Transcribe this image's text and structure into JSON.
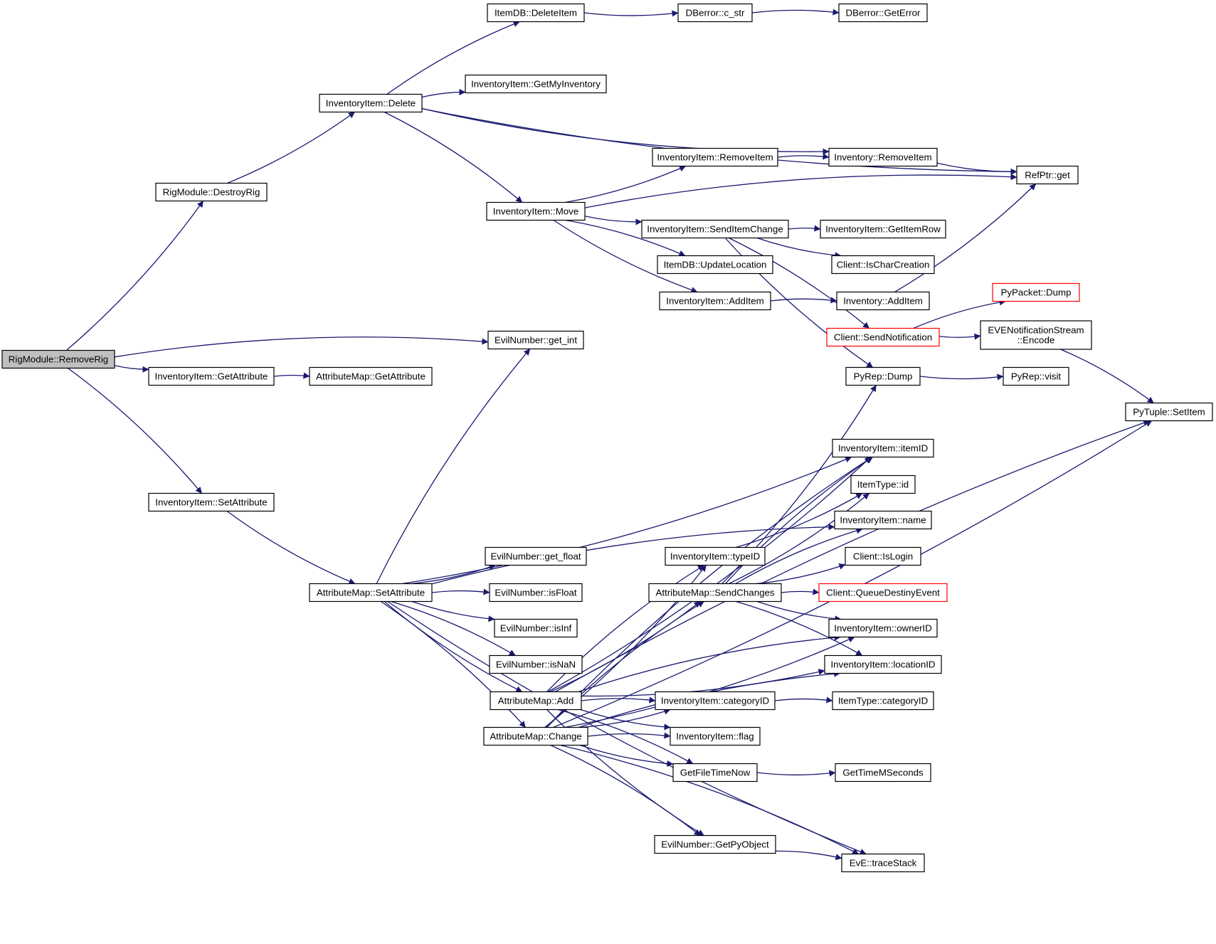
{
  "graph": {
    "edge_color": "#191970",
    "highlight_color": "#ff0000",
    "root_fill": "#bfbfbf",
    "nodes": [
      {
        "id": "RigModule::RemoveRig",
        "root": true
      },
      {
        "id": "RigModule::DestroyRig"
      },
      {
        "id": "InventoryItem::GetAttribute"
      },
      {
        "id": "InventoryItem::SetAttribute"
      },
      {
        "id": "EvilNumber::get_int"
      },
      {
        "id": "InventoryItem::Delete"
      },
      {
        "id": "AttributeMap::GetAttribute"
      },
      {
        "id": "AttributeMap::SetAttribute"
      },
      {
        "id": "ItemDB::DeleteItem"
      },
      {
        "id": "InventoryItem::GetMyInventory"
      },
      {
        "id": "InventoryItem::Move"
      },
      {
        "id": "Inventory::RemoveItem"
      },
      {
        "id": "RefPtr::get"
      },
      {
        "id": "DBerror::c_str"
      },
      {
        "id": "DBerror::GetError"
      },
      {
        "id": "InventoryItem::RemoveItem"
      },
      {
        "id": "InventoryItem::SendItemChange"
      },
      {
        "id": "ItemDB::UpdateLocation"
      },
      {
        "id": "InventoryItem::AddItem"
      },
      {
        "id": "InventoryItem::GetItemRow"
      },
      {
        "id": "Client::IsCharCreation"
      },
      {
        "id": "Client::SendNotification",
        "highlight": true
      },
      {
        "id": "PyRep::Dump"
      },
      {
        "id": "Inventory::AddItem"
      },
      {
        "id": "PyPacket::Dump",
        "highlight": true
      },
      {
        "id": "EVENotificationStream ::Encode"
      },
      {
        "id": "PyRep::visit"
      },
      {
        "id": "PyTuple::SetItem"
      },
      {
        "id": "EvilNumber::get_float"
      },
      {
        "id": "EvilNumber::isFloat"
      },
      {
        "id": "EvilNumber::isInf"
      },
      {
        "id": "EvilNumber::isNaN"
      },
      {
        "id": "AttributeMap::Add"
      },
      {
        "id": "AttributeMap::Change"
      },
      {
        "id": "EvE::traceStack"
      },
      {
        "id": "InventoryItem::itemID"
      },
      {
        "id": "InventoryItem::name"
      },
      {
        "id": "InventoryItem::typeID"
      },
      {
        "id": "AttributeMap::SendChanges"
      },
      {
        "id": "InventoryItem::categoryID"
      },
      {
        "id": "InventoryItem::flag"
      },
      {
        "id": "GetFileTimeNow"
      },
      {
        "id": "EvilNumber::GetPyObject"
      },
      {
        "id": "InventoryItem::ownerID"
      },
      {
        "id": "InventoryItem::locationID"
      },
      {
        "id": "ItemType::id"
      },
      {
        "id": "Client::IsLogin"
      },
      {
        "id": "Client::QueueDestinyEvent",
        "highlight": true
      },
      {
        "id": "ItemType::categoryID"
      },
      {
        "id": "GetTimeMSeconds"
      }
    ],
    "edges": [
      [
        "RigModule::RemoveRig",
        "RigModule::DestroyRig"
      ],
      [
        "RigModule::RemoveRig",
        "EvilNumber::get_int"
      ],
      [
        "RigModule::RemoveRig",
        "InventoryItem::GetAttribute"
      ],
      [
        "RigModule::RemoveRig",
        "InventoryItem::SetAttribute"
      ],
      [
        "RigModule::DestroyRig",
        "InventoryItem::Delete"
      ],
      [
        "InventoryItem::GetAttribute",
        "AttributeMap::GetAttribute"
      ],
      [
        "InventoryItem::SetAttribute",
        "AttributeMap::SetAttribute"
      ],
      [
        "InventoryItem::Delete",
        "ItemDB::DeleteItem"
      ],
      [
        "InventoryItem::Delete",
        "RefPtr::get"
      ],
      [
        "InventoryItem::Delete",
        "InventoryItem::GetMyInventory"
      ],
      [
        "InventoryItem::Delete",
        "Inventory::RemoveItem"
      ],
      [
        "InventoryItem::Delete",
        "InventoryItem::Move"
      ],
      [
        "ItemDB::DeleteItem",
        "DBerror::c_str"
      ],
      [
        "DBerror::c_str",
        "DBerror::GetError"
      ],
      [
        "InventoryItem::Move",
        "InventoryItem::RemoveItem"
      ],
      [
        "InventoryItem::Move",
        "RefPtr::get"
      ],
      [
        "InventoryItem::Move",
        "InventoryItem::SendItemChange"
      ],
      [
        "InventoryItem::Move",
        "ItemDB::UpdateLocation"
      ],
      [
        "InventoryItem::Move",
        "InventoryItem::AddItem"
      ],
      [
        "InventoryItem::RemoveItem",
        "Inventory::RemoveItem"
      ],
      [
        "Inventory::RemoveItem",
        "RefPtr::get"
      ],
      [
        "InventoryItem::SendItemChange",
        "InventoryItem::GetItemRow"
      ],
      [
        "InventoryItem::SendItemChange",
        "Client::IsCharCreation"
      ],
      [
        "InventoryItem::SendItemChange",
        "Client::SendNotification"
      ],
      [
        "InventoryItem::SendItemChange",
        "PyRep::Dump"
      ],
      [
        "InventoryItem::AddItem",
        "Inventory::AddItem"
      ],
      [
        "Inventory::AddItem",
        "RefPtr::get"
      ],
      [
        "Client::SendNotification",
        "PyPacket::Dump"
      ],
      [
        "Client::SendNotification",
        "EVENotificationStream ::Encode"
      ],
      [
        "EVENotificationStream ::Encode",
        "PyTuple::SetItem"
      ],
      [
        "PyRep::Dump",
        "PyRep::visit"
      ],
      [
        "AttributeMap::SetAttribute",
        "EvilNumber::get_int"
      ],
      [
        "AttributeMap::SetAttribute",
        "InventoryItem::itemID"
      ],
      [
        "AttributeMap::SetAttribute",
        "InventoryItem::name"
      ],
      [
        "AttributeMap::SetAttribute",
        "EvilNumber::get_float"
      ],
      [
        "AttributeMap::SetAttribute",
        "EvilNumber::isFloat"
      ],
      [
        "AttributeMap::SetAttribute",
        "EvilNumber::isInf"
      ],
      [
        "AttributeMap::SetAttribute",
        "EvilNumber::isNaN"
      ],
      [
        "AttributeMap::SetAttribute",
        "AttributeMap::Add"
      ],
      [
        "AttributeMap::SetAttribute",
        "AttributeMap::Change"
      ],
      [
        "AttributeMap::SetAttribute",
        "EvE::traceStack"
      ],
      [
        "AttributeMap::Add",
        "PyTuple::SetItem"
      ],
      [
        "AttributeMap::Add",
        "InventoryItem::itemID"
      ],
      [
        "AttributeMap::Add",
        "InventoryItem::typeID"
      ],
      [
        "AttributeMap::Add",
        "AttributeMap::SendChanges"
      ],
      [
        "AttributeMap::Add",
        "InventoryItem::ownerID"
      ],
      [
        "AttributeMap::Add",
        "InventoryItem::locationID"
      ],
      [
        "AttributeMap::Add",
        "InventoryItem::categoryID"
      ],
      [
        "AttributeMap::Add",
        "InventoryItem::flag"
      ],
      [
        "AttributeMap::Add",
        "GetFileTimeNow"
      ],
      [
        "AttributeMap::Add",
        "EvilNumber::GetPyObject"
      ],
      [
        "AttributeMap::Change",
        "InventoryItem::itemID"
      ],
      [
        "AttributeMap::Change",
        "InventoryItem::typeID"
      ],
      [
        "AttributeMap::Change",
        "AttributeMap::SendChanges"
      ],
      [
        "AttributeMap::Change",
        "InventoryItem::categoryID"
      ],
      [
        "AttributeMap::Change",
        "InventoryItem::flag"
      ],
      [
        "AttributeMap::Change",
        "GetFileTimeNow"
      ],
      [
        "AttributeMap::Change",
        "EvilNumber::GetPyObject"
      ],
      [
        "AttributeMap::Change",
        "InventoryItem::ownerID"
      ],
      [
        "AttributeMap::Change",
        "InventoryItem::locationID"
      ],
      [
        "AttributeMap::Change",
        "PyTuple::SetItem"
      ],
      [
        "AttributeMap::Change",
        "EvE::traceStack"
      ],
      [
        "AttributeMap::SendChanges",
        "PyRep::Dump"
      ],
      [
        "AttributeMap::SendChanges",
        "InventoryItem::itemID"
      ],
      [
        "AttributeMap::SendChanges",
        "ItemType::id"
      ],
      [
        "AttributeMap::SendChanges",
        "InventoryItem::name"
      ],
      [
        "AttributeMap::SendChanges",
        "Client::IsLogin"
      ],
      [
        "AttributeMap::SendChanges",
        "Client::QueueDestinyEvent"
      ],
      [
        "AttributeMap::SendChanges",
        "InventoryItem::ownerID"
      ],
      [
        "AttributeMap::SendChanges",
        "InventoryItem::locationID"
      ],
      [
        "InventoryItem::typeID",
        "ItemType::id"
      ],
      [
        "InventoryItem::categoryID",
        "ItemType::categoryID"
      ],
      [
        "GetFileTimeNow",
        "GetTimeMSeconds"
      ],
      [
        "EvilNumber::GetPyObject",
        "EvE::traceStack"
      ]
    ]
  }
}
